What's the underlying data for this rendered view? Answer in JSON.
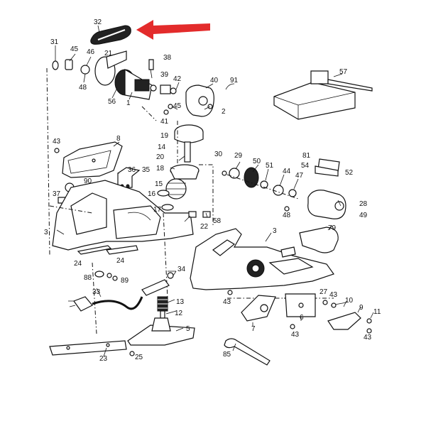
{
  "diagram": {
    "callouts": {
      "c32": "32",
      "c31": "31",
      "c45a": "45",
      "c46": "46",
      "c21": "21",
      "c38": "38",
      "c48a": "48",
      "c39": "39",
      "c56": "56",
      "c1": "1",
      "c42": "42",
      "c40": "40",
      "c91": "91",
      "c45b": "45",
      "c2": "2",
      "c41": "41",
      "c57": "57",
      "c43a": "43",
      "c8": "8",
      "c19": "19",
      "c14": "14",
      "c20": "20",
      "c18": "18",
      "c36": "36",
      "c35": "35",
      "c90": "90",
      "c37": "37",
      "c15": "15",
      "c16": "16",
      "c17": "17",
      "c30": "30",
      "c29": "29",
      "c50": "50",
      "c51": "51",
      "c44": "44",
      "c47": "47",
      "c81": "81",
      "c54": "54",
      "c52": "52",
      "c28": "28",
      "c49": "49",
      "c48b": "48",
      "c58": "58",
      "c22": "22",
      "c79": "79",
      "c3a": "3",
      "c3b": "3",
      "c24a": "24",
      "c24b": "24",
      "c88": "88",
      "c89": "89",
      "c34": "34",
      "c33": "33",
      "c13": "13",
      "c12": "12",
      "c43b": "43",
      "c27": "27",
      "c43c": "43",
      "c10": "10",
      "c9": "9",
      "c11": "11",
      "c7": "7",
      "c6": "6",
      "c43d": "43",
      "c43e": "43",
      "c5": "5",
      "c85": "85",
      "c23": "23",
      "c25": "25"
    },
    "highlight_color": "#e32b2b",
    "highlighted_part": "32"
  }
}
